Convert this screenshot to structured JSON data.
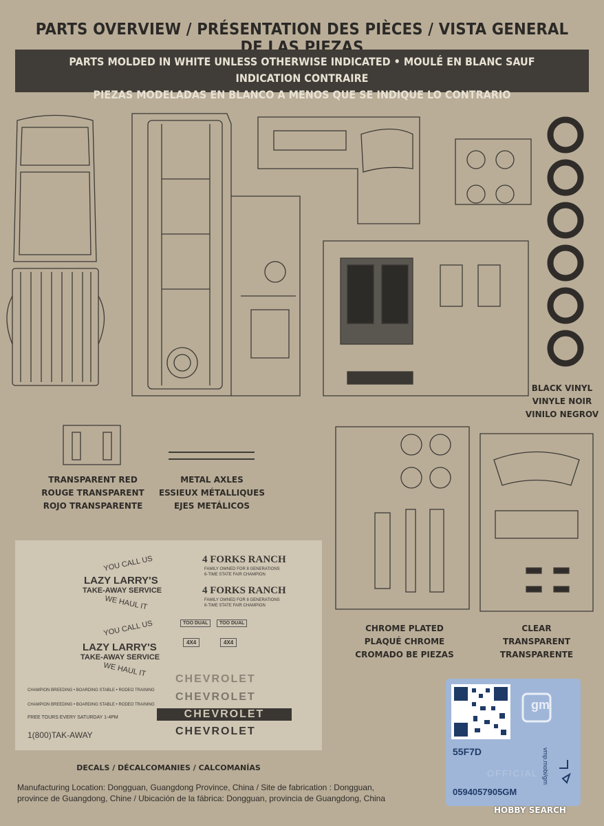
{
  "header": {
    "title": "PARTS OVERVIEW / PRÉSENTATION DES PIÈCES / VISTA GENERAL DE LAS PIEZAS",
    "band_line1": "PARTS MOLDED IN WHITE UNLESS OTHERWISE INDICATED • MOULÉ EN BLANC SAUF INDICATION CONTRAIRE",
    "band_line2": "PIEZAS MODELADAS EN BLANCO A MENOS QUE SE INDIQUE LO CONTRARIO"
  },
  "labels": {
    "black_vinyl": [
      "BLACK VINYL",
      "VINYLE NOIR",
      "VINILO NEGROV"
    ],
    "transparent_red": [
      "TRANSPARENT RED",
      "ROUGE TRANSPARENT",
      "ROJO TRANSPARENTE"
    ],
    "metal_axles": [
      "METAL AXLES",
      "ESSIEUX MÉTALLIQUES",
      "EJES METÁLICOS"
    ],
    "chrome": [
      "CHROME PLATED",
      "PLAQUÉ CHROME",
      "CROMADO BE PIEZAS"
    ],
    "clear": [
      "CLEAR",
      "TRANSPARENT",
      "TRANSPARENTE"
    ],
    "decals": "DECALS / DÉCALCOMANIES / CALCOMANÍAS"
  },
  "decals": {
    "you_call_us": "YOU CALL US",
    "we_haul_it": "WE HAUL IT",
    "lazy_larrys": "LAZY LARRY'S",
    "take_away": "TAKE-AWAY SERVICE",
    "ranch": "4 FORKS RANCH",
    "ranch_sub1": "FAMILY OWNED FOR 8 GENERATIONS",
    "ranch_sub2": "6-TIME STATE FAIR CHAMPION",
    "champion_line": "CHAMPION BREEDING • BOARDING STABLE • RODEO TRAINING",
    "free_tours": "FREE TOURS EVERY SATURDAY 1-4PM",
    "phone": "1(800)TAK-AWAY",
    "chevrolet": "CHEVROLET",
    "plate1": "TOO DUAL",
    "plate2": "TOO DUAL",
    "plate3": "4X4",
    "plate4": "4X4"
  },
  "footer": {
    "manufacturing": "Manufacturing Location:  Dongguan, Guangdong Province, China / Site de fabrication :  Dongguan, province de Guangdong, Chine / Ubicación de la fábrica:  Dongguan, provincia de Guangdong, China"
  },
  "sticker": {
    "code": "55F7D",
    "serial": "0594057905GM",
    "url": "vmp.mobi/gm",
    "brand": "gm",
    "watermark": "OFFICIAL"
  },
  "watermark": "HOBBY SEARCH",
  "colors": {
    "background": "#b9ad98",
    "band": "#403c37",
    "line": "#3d3a35",
    "tire": "#2f2c29",
    "sticker": "#9fb6d8"
  }
}
